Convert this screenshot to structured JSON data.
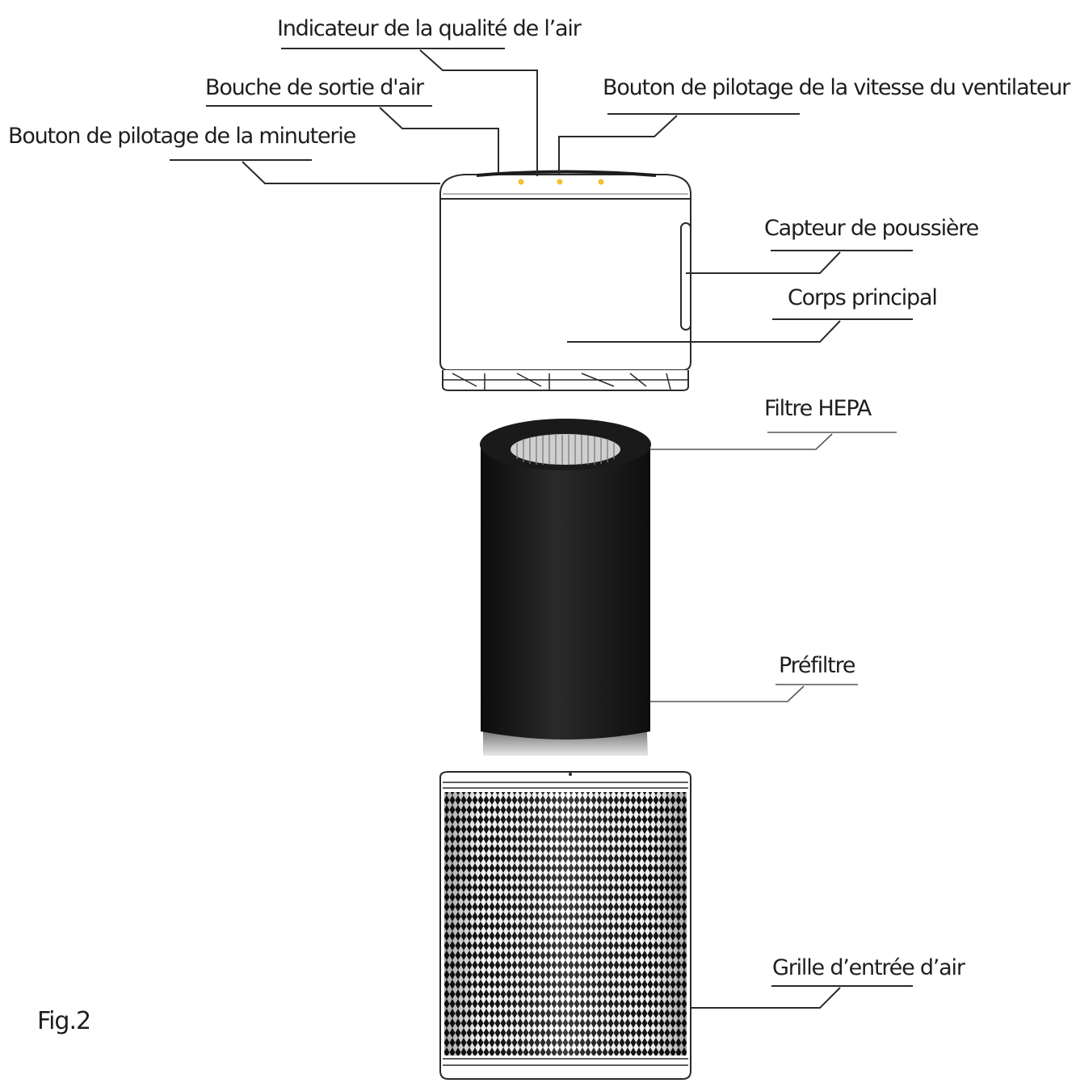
{
  "figure_label": "Fig.2",
  "labels": {
    "air_quality_indicator": "Indicateur de la qualité de l’air",
    "air_outlet": "Bouche de sortie d'air",
    "fan_speed_button": "Bouton de pilotage de la vitesse du ventilateur",
    "timer_button": "Bouton de pilotage de la minuterie",
    "dust_sensor": "Capteur de poussière",
    "main_body": "Corps principal",
    "hepa_filter": "Filtre HEPA",
    "prefilter": "Préfiltre",
    "air_inlet_grille": "Grille d’entrée d’air"
  },
  "colors": {
    "indicator_leds": "#f2c230",
    "filter_black": "#1c1c1c",
    "outline": "#2a2a2a"
  }
}
